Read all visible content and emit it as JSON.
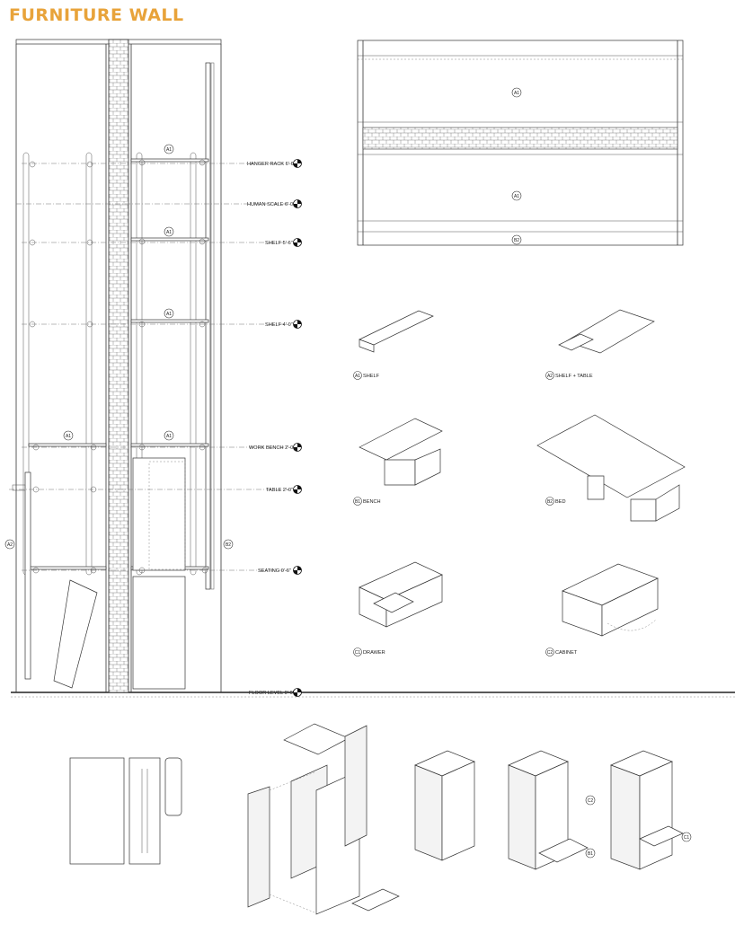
{
  "title": "FURNITURE WALL",
  "accent_color": "#e8a33a",
  "levels": [
    {
      "key": "hanger",
      "label": "HANGER RACK 6'-6\""
    },
    {
      "key": "human",
      "label": "HUMAN SCALE 6'-0\""
    },
    {
      "key": "shelf5",
      "label": "SHELF 5'-6\""
    },
    {
      "key": "shelf4",
      "label": "SHELF 4'-0\""
    },
    {
      "key": "bench",
      "label": "WORK BENCH 2'-0\""
    },
    {
      "key": "table",
      "label": "TABLE 2'-0\""
    },
    {
      "key": "seating",
      "label": "SEATING 0'-6\""
    },
    {
      "key": "floor",
      "label": "FLOOR LEVEL 0'-0\""
    }
  ],
  "elevation_tags": {
    "a1": "A1",
    "a2": "A2",
    "b2": "B2"
  },
  "plan_tags": {
    "a1": "A1",
    "b2": "B2"
  },
  "modules": [
    {
      "code": "A1",
      "label": "SHELF"
    },
    {
      "code": "A2",
      "label": "SHELF + TABLE"
    },
    {
      "code": "B1",
      "label": "BENCH"
    },
    {
      "code": "B2",
      "label": "BED"
    },
    {
      "code": "C1",
      "label": "DRAWER"
    },
    {
      "code": "C2",
      "label": "CABINET"
    }
  ],
  "assembly_tags": {
    "c2": "C2",
    "b1": "B1",
    "c1": "C1"
  }
}
